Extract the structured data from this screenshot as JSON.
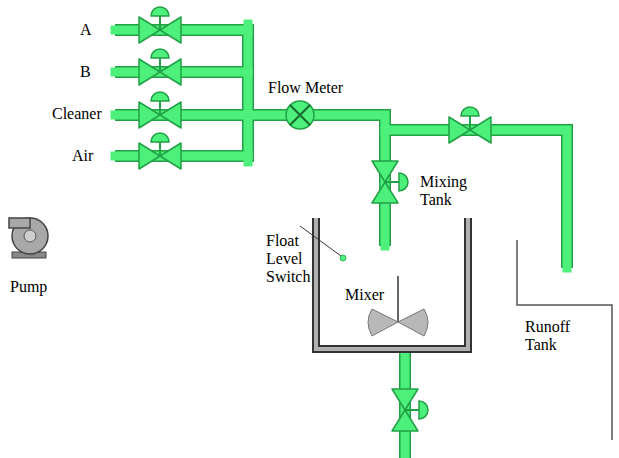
{
  "diagram": {
    "labels": [
      "A",
      "B",
      "Cleaner",
      "Air",
      "Flow Meter",
      "Mixing Tank",
      "Float Level Switch",
      "Mixer",
      "Pump",
      "Runoff Tank"
    ]
  }
}
